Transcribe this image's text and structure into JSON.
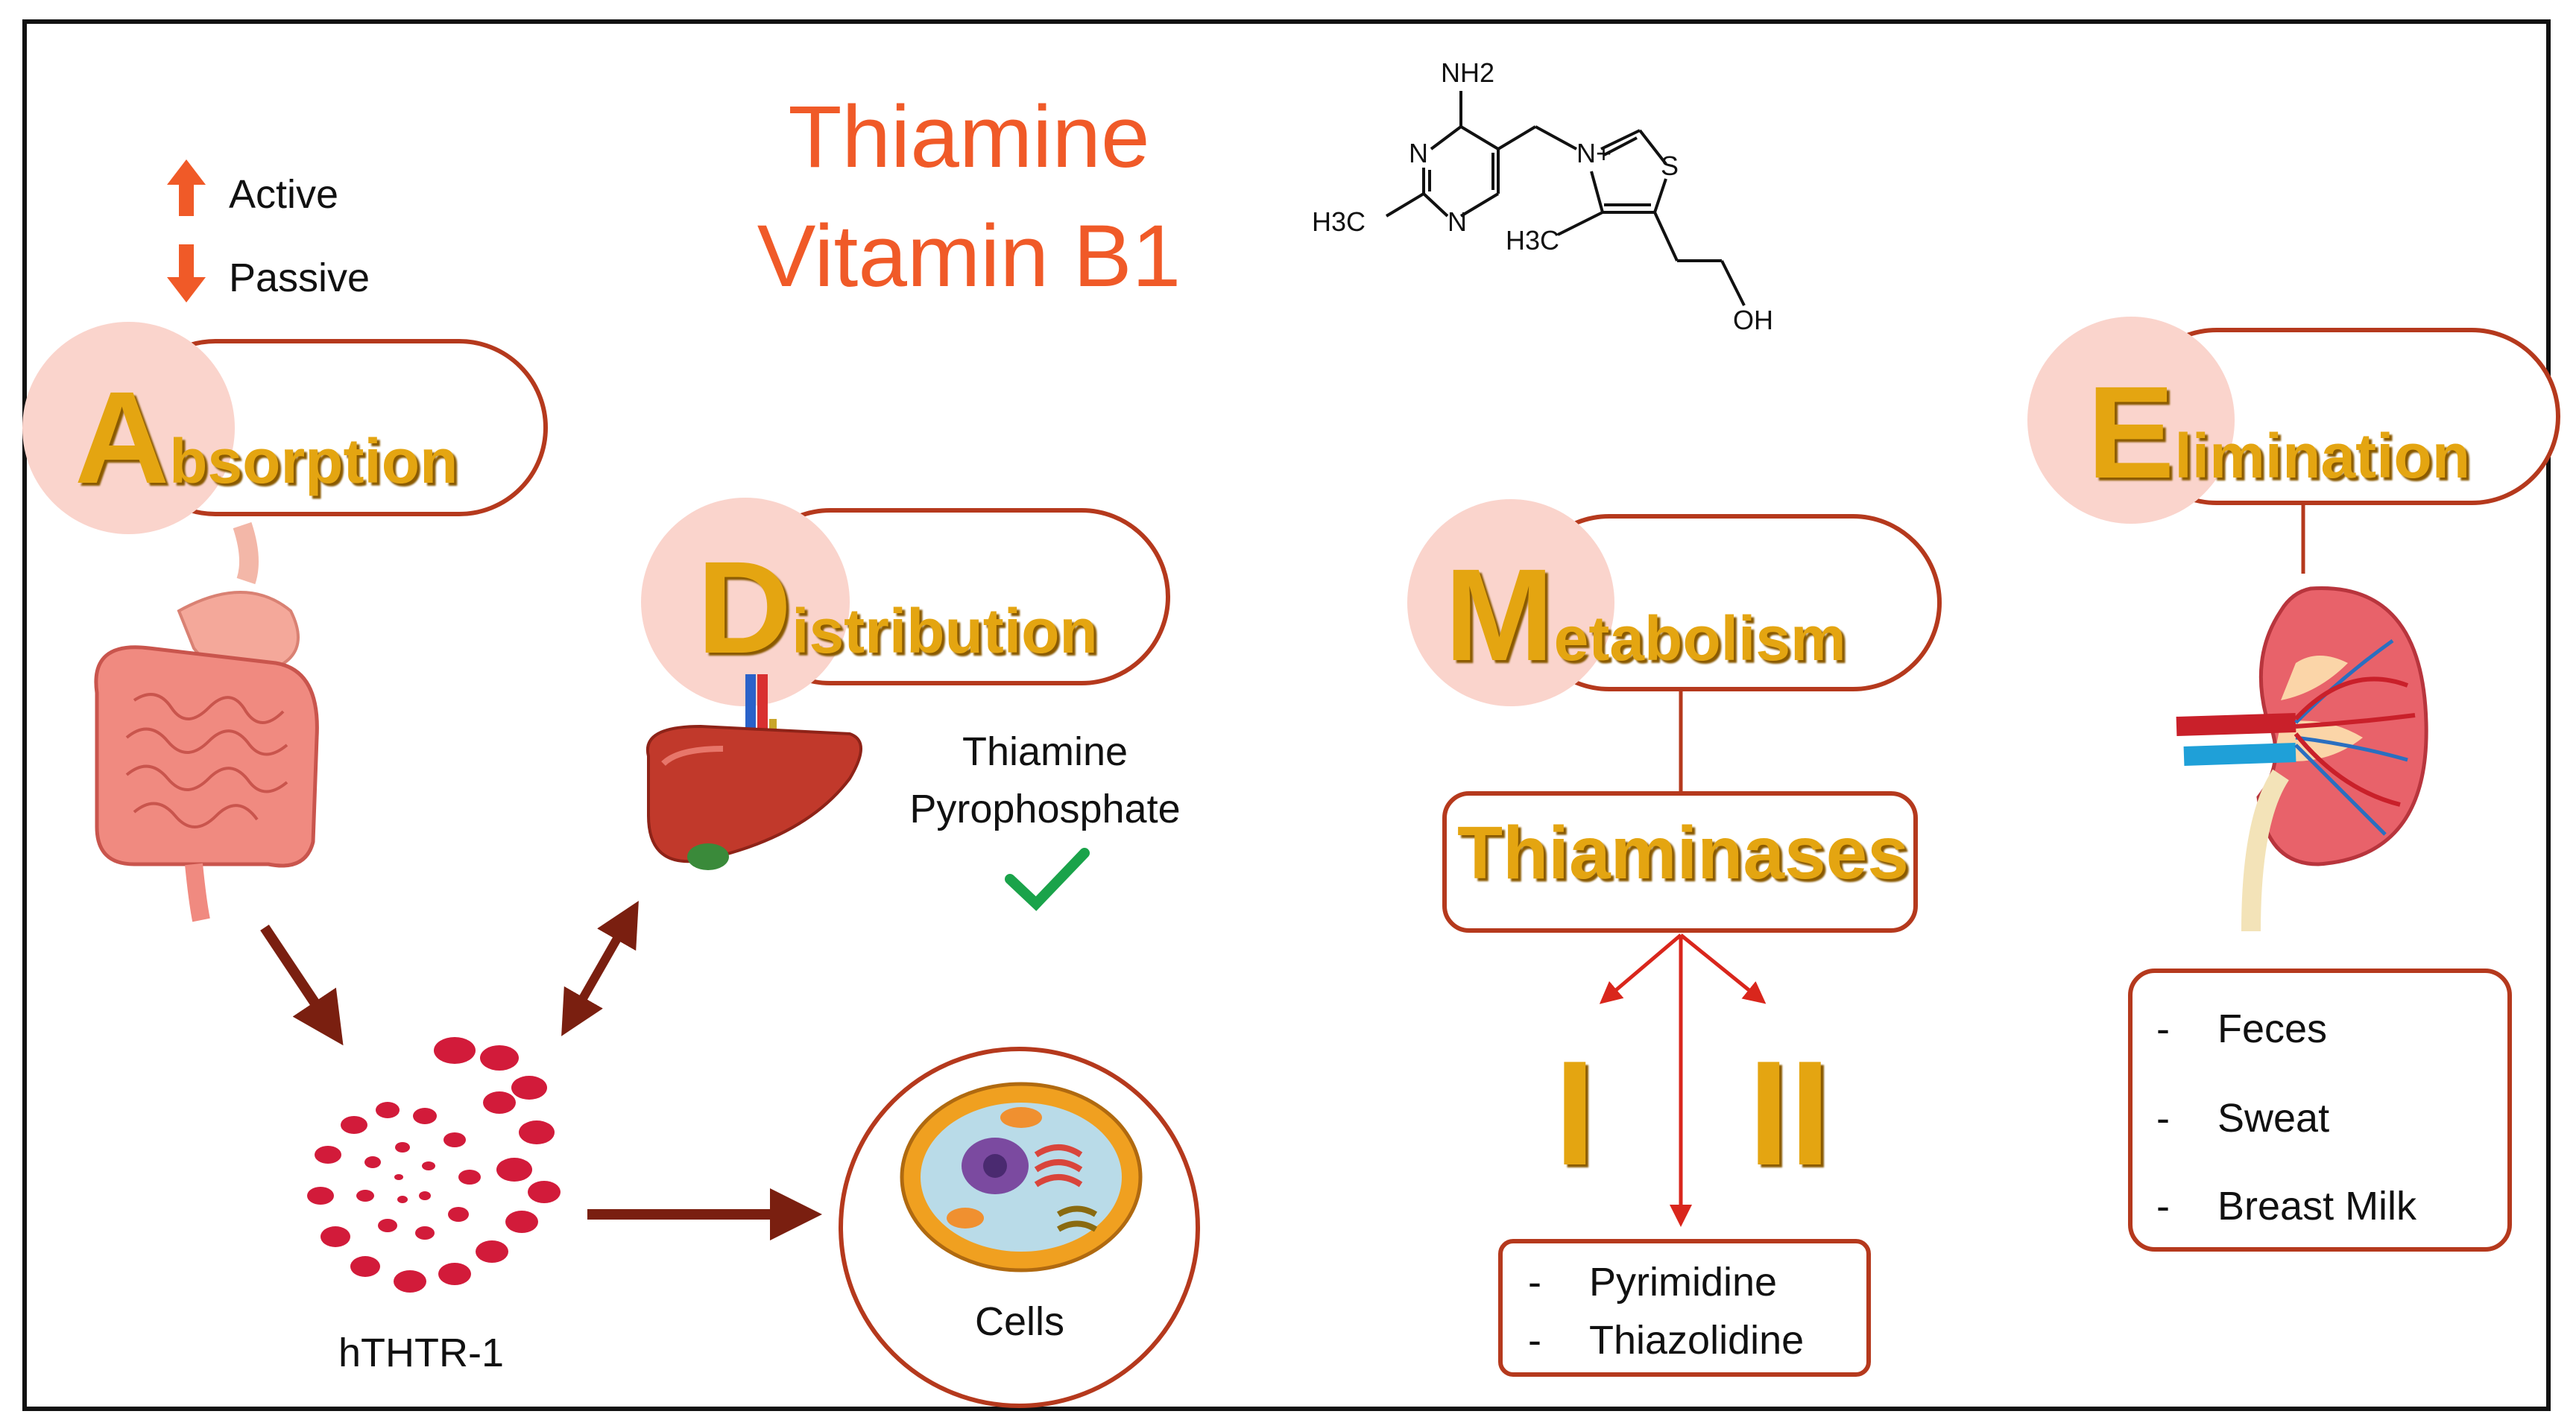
{
  "title": {
    "line1": "Thiamine",
    "line2": "Vitamin B1"
  },
  "legend": {
    "active": "Active",
    "passive": "Passive"
  },
  "structure": {
    "nh2": "NH2",
    "n_top": "N",
    "n_bottom": "N",
    "n_plus": "N+",
    "s": "S",
    "ch3_left": "H3C",
    "ch3_right": "H3C",
    "oh": "OH"
  },
  "absorption": {
    "initial": "A",
    "rest": "bsorption"
  },
  "distribution": {
    "initial": "D",
    "rest": "istribution"
  },
  "metabolism": {
    "initial": "M",
    "rest": "etabolism"
  },
  "elimination": {
    "initial": "E",
    "rest": "limination"
  },
  "tpp": {
    "line1": "Thiamine",
    "line2": "Pyrophosphate"
  },
  "transporter": "hTHTR-1",
  "cells": "Cells",
  "thiaminases": "Thiaminases",
  "roman": {
    "one": "I",
    "two": "II"
  },
  "products": [
    "Pyrimidine",
    "Thiazolidine"
  ],
  "elimination_routes": [
    "Feces",
    "Sweat",
    "Breast Milk"
  ],
  "colors": {
    "title": "#f05a28",
    "heading": "#e4a511",
    "border": "#b5391d",
    "circle": "#fad4cc",
    "arrow": "#7a1f10",
    "red_arrow": "#d9261c",
    "check": "#1aa34a",
    "legend_arrow": "#f05a28"
  },
  "icons": [
    "up-arrow-icon",
    "down-arrow-icon",
    "intestine-icon",
    "liver-icon",
    "check-icon",
    "blood-cells-icon",
    "cell-icon",
    "kidney-icon"
  ]
}
